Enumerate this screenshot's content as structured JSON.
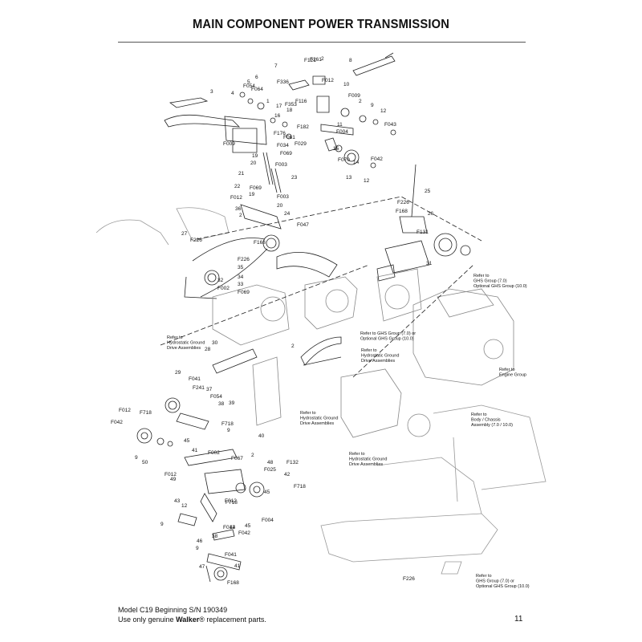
{
  "title": "MAIN COMPONENT POWER TRANSMISSION",
  "footer": {
    "model": "Model C19 Beginning S/N 190349",
    "note_prefix": "Use only genuine ",
    "brand": "Walker",
    "note_suffix": "® replacement parts.",
    "page": "11"
  },
  "callouts": [
    "F121",
    "F261",
    "2",
    "7",
    "8",
    "F336",
    "6",
    "5",
    "F054",
    "F064",
    "3",
    "4",
    "F012",
    "10",
    "F116",
    "F353",
    "1",
    "17",
    "18",
    "16",
    "F182",
    "F009",
    "2",
    "9",
    "12",
    "F043",
    "11",
    "F004",
    "F176",
    "F061",
    "F029",
    "F034",
    "F009",
    "19",
    "F069",
    "20",
    "F003",
    "21",
    "23",
    "15",
    "F070",
    "14",
    "13",
    "F042",
    "12",
    "22",
    "F069",
    "F012",
    "19",
    "F003",
    "36",
    "20",
    "24",
    "2",
    "F047",
    "25",
    "F226",
    "F168",
    "26",
    "F131",
    "27",
    "F226",
    "F168",
    "F226",
    "35",
    "34",
    "33",
    "32",
    "F002",
    "F069",
    "31",
    "28",
    "30",
    "2",
    "29",
    "F041",
    "F241",
    "37",
    "F054",
    "38",
    "39",
    "F012",
    "F718",
    "F042",
    "F718",
    "9",
    "40",
    "9",
    "50",
    "45",
    "41",
    "F067",
    "F002",
    "2",
    "F012",
    "49",
    "48",
    "F132",
    "F025",
    "42",
    "F718",
    "F718",
    "45",
    "43",
    "12",
    "9",
    "F012",
    "45",
    "F004",
    "44",
    "46",
    "F012",
    "F042",
    "9",
    "38",
    "F041",
    "41",
    "47",
    "F168",
    "F226"
  ],
  "references": [
    [
      "Refer to",
      "GHS Group (7.0)",
      "Optional GHS Group (10.0)"
    ],
    [
      "Refer to",
      "Hydrostatic Ground",
      "Drive Assemblies"
    ],
    [
      "Refer to GHS Group (7.0) or",
      "Optional GHS Group (10.0)"
    ],
    [
      "Refer to",
      "Hydrostatic Ground",
      "Drive Assemblies"
    ],
    [
      "Refer to",
      "Engine Group"
    ],
    [
      "Refer to",
      "Hydrostatic Ground",
      "Drive Assemblies"
    ],
    [
      "Refer to",
      "Body / Chassis",
      "Assembly (7.0 / 10.0)"
    ],
    [
      "Refer to",
      "Hydrostatic Ground",
      "Drive Assemblies"
    ],
    [
      "Refer to",
      "GHS Group (7.0) or",
      "Optional GHS Group (10.0)"
    ]
  ]
}
